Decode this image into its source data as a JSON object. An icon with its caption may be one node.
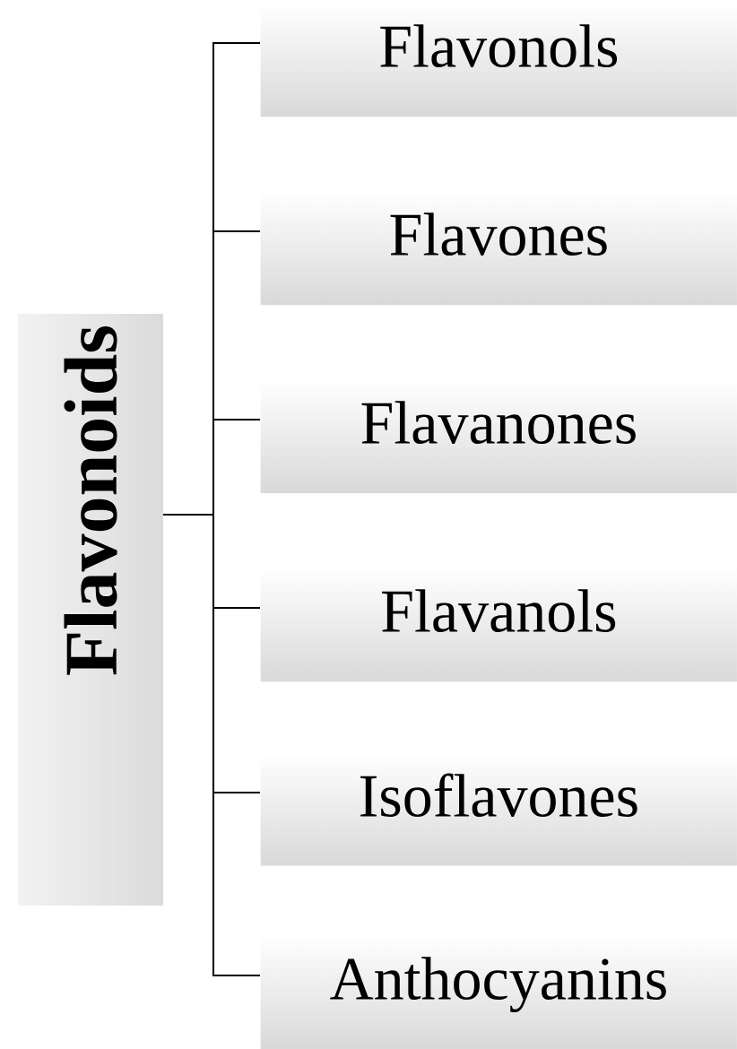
{
  "diagram": {
    "nodes": [
      {
        "text": [
          "Flavonoids"
        ]
      },
      {
        "text": [
          "Flavonols"
        ]
      },
      {
        "text": [
          "Flavones"
        ]
      },
      {
        "text": [
          "Flavanones"
        ]
      },
      {
        "text": [
          "Flavanols"
        ]
      },
      {
        "text": [
          "Isoflavones"
        ]
      },
      {
        "text": [
          "Anthocyanins"
        ]
      }
    ],
    "edges": [
      {
        "from": 0,
        "to": 1,
        "arrow": "none"
      },
      {
        "from": 0,
        "to": 2,
        "arrow": "none"
      },
      {
        "from": 0,
        "to": 3,
        "arrow": "none"
      },
      {
        "from": 0,
        "to": 4,
        "arrow": "none"
      },
      {
        "from": 0,
        "to": 5,
        "arrow": "none"
      },
      {
        "from": 0,
        "to": 6,
        "arrow": "none"
      }
    ]
  }
}
